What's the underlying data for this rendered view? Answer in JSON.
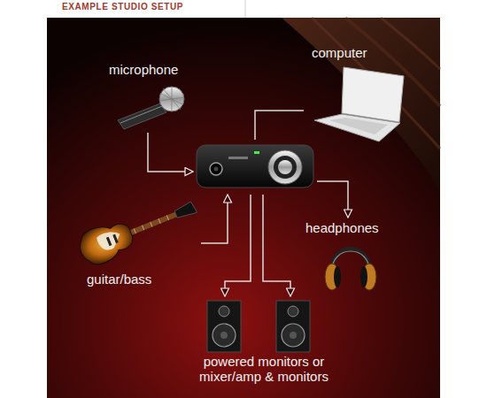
{
  "diagram": {
    "title": "EXAMPLE STUDIO SETUP",
    "nodes": [
      {
        "text": [
          "microphone"
        ]
      },
      {
        "text": [
          "computer"
        ]
      },
      {
        "text": []
      },
      {
        "text": [
          "guitar/bass"
        ]
      },
      {
        "text": [
          "headphones"
        ]
      },
      {
        "text": [
          "powered monitors or mixer/amp & monitors"
        ]
      }
    ],
    "edges": [
      {
        "from": 0,
        "to": 2,
        "arrow": "to"
      },
      {
        "from": 1,
        "to": 2,
        "arrow": "none"
      },
      {
        "from": 3,
        "to": 2,
        "arrow": "to"
      },
      {
        "from": 2,
        "to": 4,
        "arrow": "to"
      },
      {
        "from": 2,
        "to": 5,
        "arrow": "to"
      },
      {
        "from": 2,
        "to": 5,
        "arrow": "to"
      }
    ]
  }
}
